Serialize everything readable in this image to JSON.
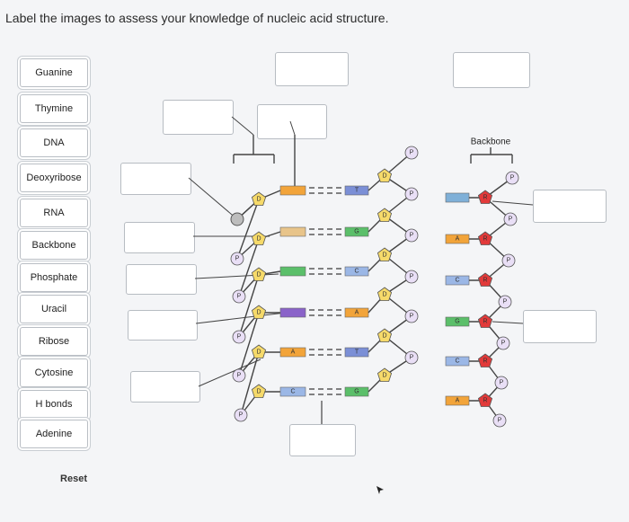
{
  "prompt": "Label the images to assess your knowledge of nucleic acid structure.",
  "terms": [
    "Guanine",
    "Thymine",
    "DNA",
    "Deoxyribose",
    "RNA",
    "Backbone",
    "Phosphate",
    "Uracil",
    "Ribose",
    "Cytosine",
    "H bonds",
    "Adenine"
  ],
  "reset_label": "Reset",
  "diagram": {
    "backbone_label": "Backbone",
    "phosphate_letter": "P",
    "deoxyribose_letter": "D",
    "ribose_letter": "R",
    "base_letters": {
      "dna_left": [
        "",
        "",
        "",
        "",
        "A",
        "C"
      ],
      "dna_right": [
        "T",
        "G",
        "C",
        "A",
        "T",
        "G"
      ],
      "rna": [
        "",
        "A",
        "C",
        "G",
        "C",
        "A"
      ]
    }
  },
  "colors": {
    "adenine": "#f2a43a",
    "thymine": "#7b8fd6",
    "guanine": "#5bbf6a",
    "cytosine": "#9bb7e6",
    "uracil": "#8a63c9",
    "sugar_deoxy": "#f6da6a",
    "sugar_ribo": "#e23a3a",
    "phosphate": "#e9dff6"
  }
}
